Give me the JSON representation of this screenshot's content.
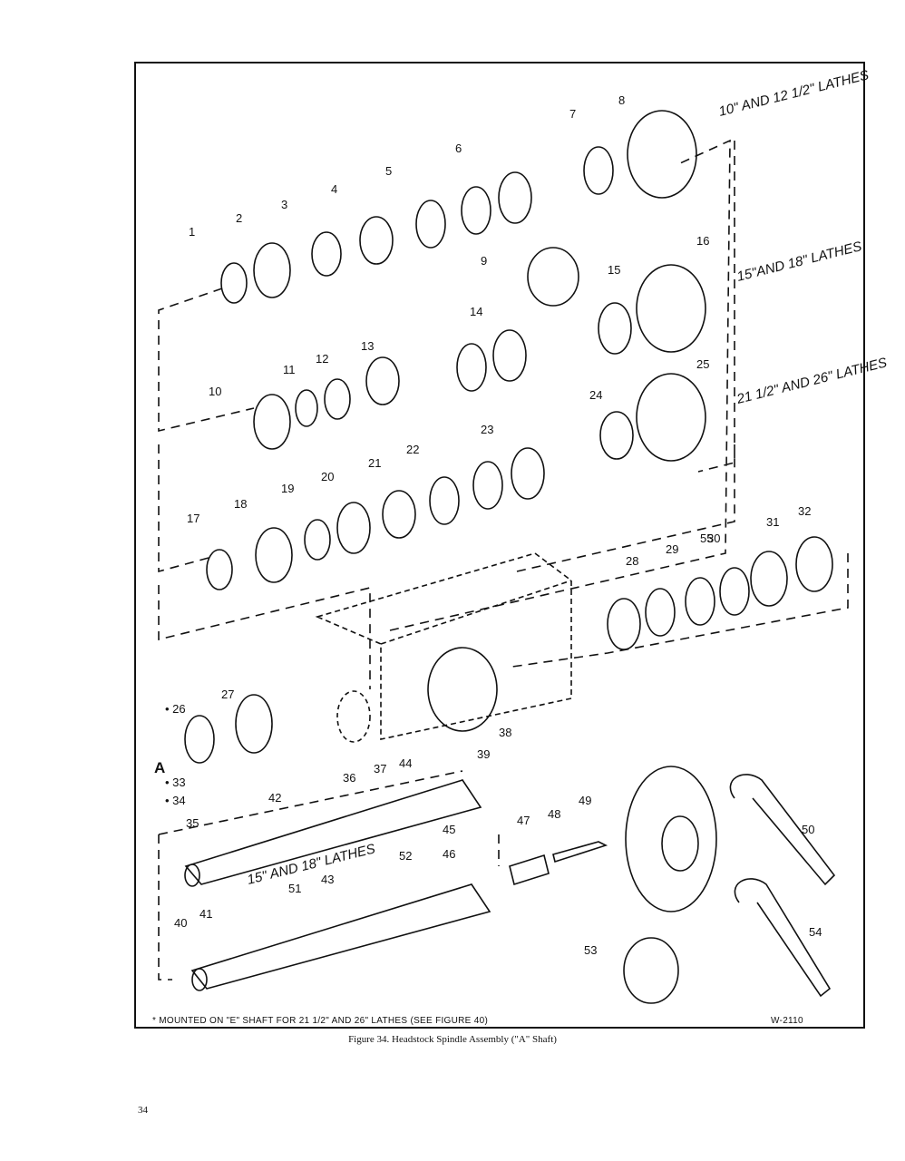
{
  "groups": {
    "lathes_10_12": "10\" AND 12 1/2\" LATHES",
    "lathes_15_18": "15\"AND 18\" LATHES",
    "lathes_21_26": "21 1/2\" AND 26\" LATHES",
    "shaft_15_18": "15\" AND 18\" LATHES"
  },
  "view_letter": "A",
  "footnote": "* MOUNTED ON \"E\" SHAFT FOR 21 1/2\" AND 26\" LATHES (SEE FIGURE 40)",
  "drawing_no": "W-2110",
  "caption": "Figure 34.  Headstock Spindle Assembly (\"A\" Shaft)",
  "page_number": "34",
  "parts": [
    {
      "n": "1"
    },
    {
      "n": "2"
    },
    {
      "n": "3"
    },
    {
      "n": "4"
    },
    {
      "n": "5"
    },
    {
      "n": "6"
    },
    {
      "n": "7"
    },
    {
      "n": "8"
    },
    {
      "n": "9"
    },
    {
      "n": "10"
    },
    {
      "n": "11"
    },
    {
      "n": "12"
    },
    {
      "n": "13"
    },
    {
      "n": "14"
    },
    {
      "n": "15"
    },
    {
      "n": "16"
    },
    {
      "n": "17"
    },
    {
      "n": "18"
    },
    {
      "n": "19"
    },
    {
      "n": "20"
    },
    {
      "n": "21"
    },
    {
      "n": "22"
    },
    {
      "n": "23"
    },
    {
      "n": "24"
    },
    {
      "n": "25"
    },
    {
      "n": "• 26"
    },
    {
      "n": "27"
    },
    {
      "n": "28"
    },
    {
      "n": "29"
    },
    {
      "n": "30"
    },
    {
      "n": "31"
    },
    {
      "n": "32"
    },
    {
      "n": "• 33"
    },
    {
      "n": "• 34"
    },
    {
      "n": "35"
    },
    {
      "n": "36"
    },
    {
      "n": "37"
    },
    {
      "n": "38"
    },
    {
      "n": "39"
    },
    {
      "n": "40"
    },
    {
      "n": "41"
    },
    {
      "n": "42"
    },
    {
      "n": "43"
    },
    {
      "n": "44"
    },
    {
      "n": "45"
    },
    {
      "n": "46"
    },
    {
      "n": "47"
    },
    {
      "n": "48"
    },
    {
      "n": "49"
    },
    {
      "n": "50"
    },
    {
      "n": "51"
    },
    {
      "n": "52"
    },
    {
      "n": "53"
    },
    {
      "n": "54"
    },
    {
      "n": "55"
    }
  ]
}
